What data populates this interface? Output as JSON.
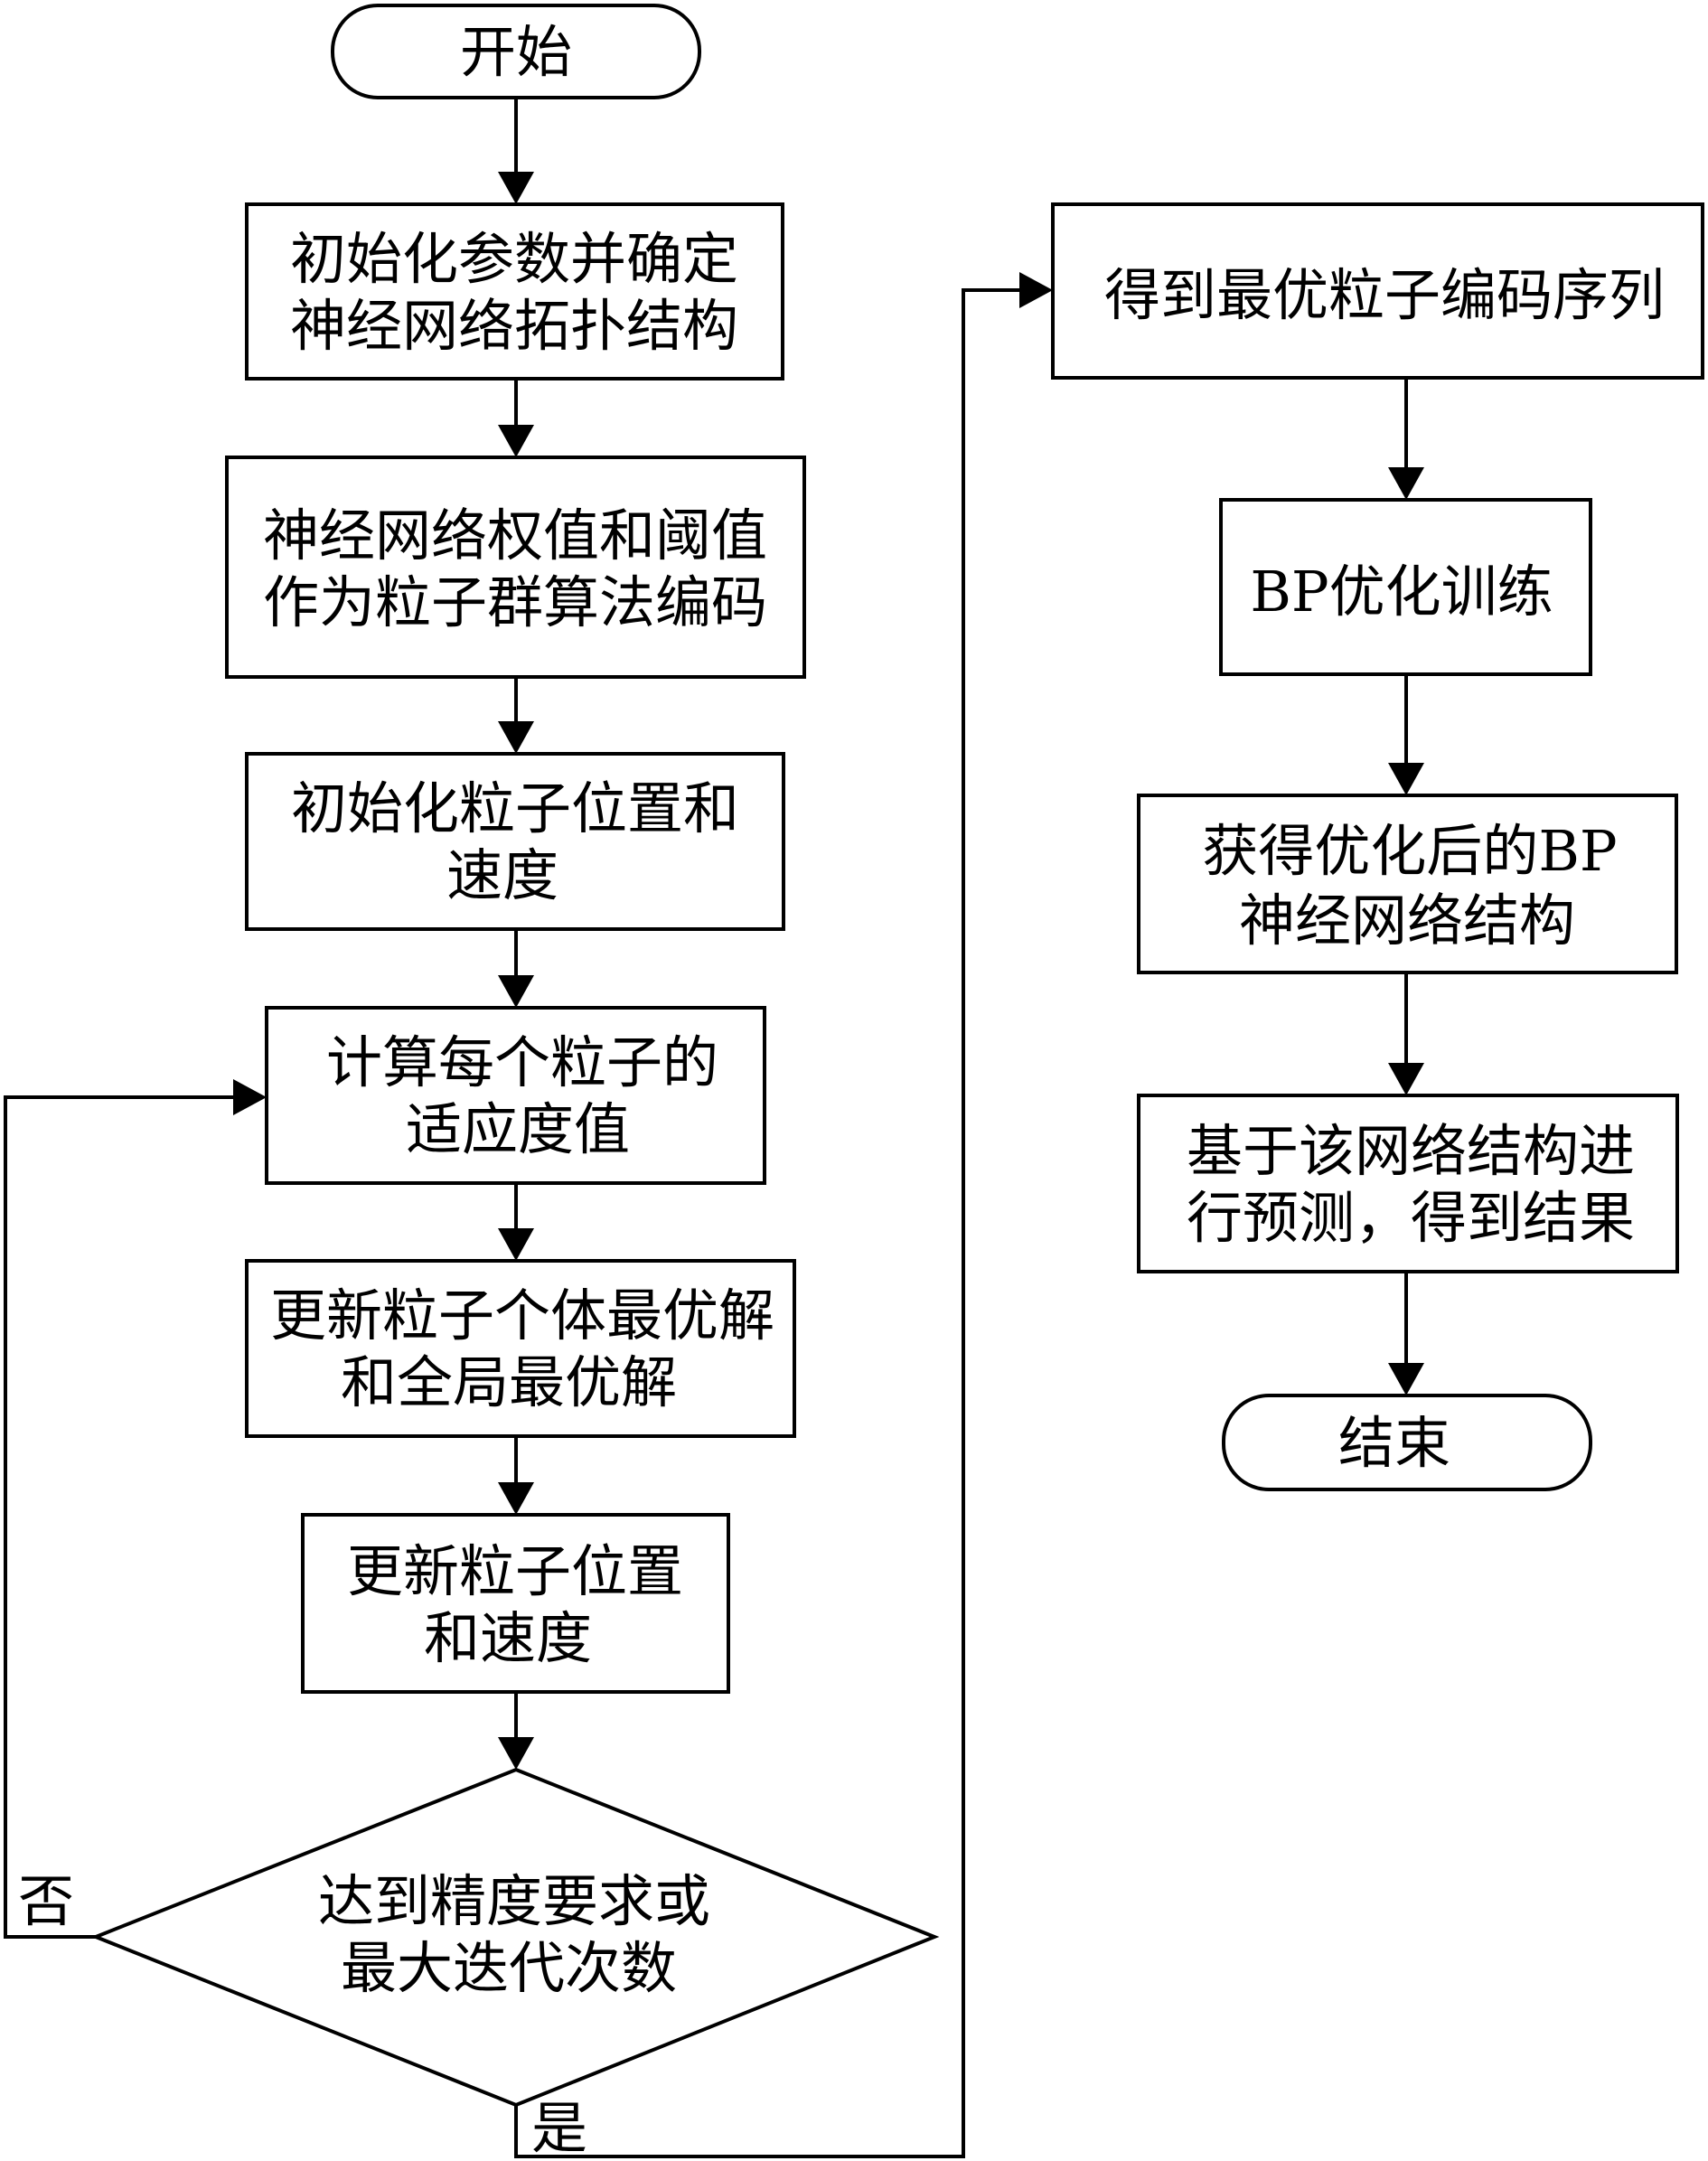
{
  "nodes": {
    "start": "开始",
    "init_params": [
      "初始化参数并确定",
      "神经网络拓扑结构"
    ],
    "encode": [
      "神经网络权值和阈值",
      "作为粒子群算法编码"
    ],
    "init_particles": [
      "初始化粒子位置和",
      "速度"
    ],
    "fitness": [
      "计算每个粒子的",
      "适应度值"
    ],
    "update_best": [
      "更新粒子个体最优解",
      "和全局最优解"
    ],
    "update_pos": [
      "更新粒子位置",
      "和速度"
    ],
    "decision": [
      "达到精度要求或",
      "最大迭代次数"
    ],
    "best_sequence": "得到最优粒子编码序列",
    "bp_train": "BP优化训练",
    "optimized_structure": [
      "获得优化后的BP",
      "神经网络结构"
    ],
    "predict": [
      "基于该网络结构进",
      "行预测，得到结果"
    ],
    "end": "结束"
  },
  "branches": {
    "no": "否",
    "yes": "是"
  },
  "colors": {
    "stroke": "#000000",
    "fill": "#ffffff",
    "text": "#000000"
  }
}
